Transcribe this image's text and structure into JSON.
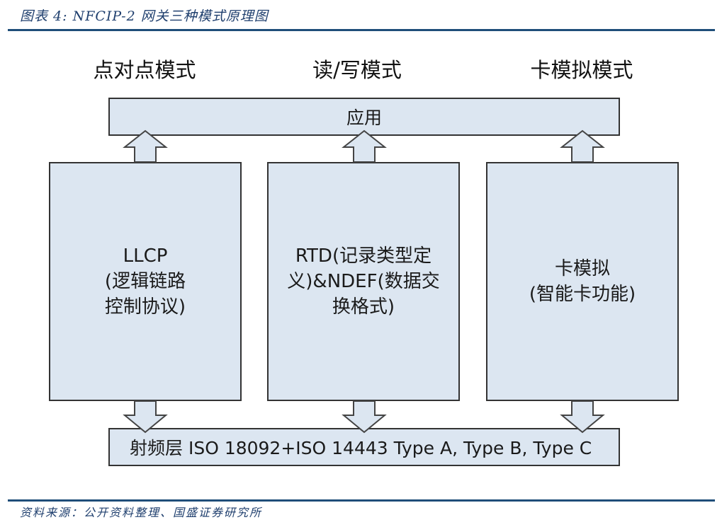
{
  "figure": {
    "caption": "图表 4: NFCIP-2 网关三种模式原理图",
    "source": "资料来源：公开资料整理、国盛证券研究所"
  },
  "diagram": {
    "modes": [
      {
        "title": "点对点模式",
        "box_lines": [
          "LLCP",
          "(逻辑链路",
          "控制协议)"
        ]
      },
      {
        "title": "读/写模式",
        "box_lines": [
          "RTD(记录类型定",
          "义)&NDEF(数据交",
          "换格式)"
        ]
      },
      {
        "title": "卡模拟模式",
        "box_lines": [
          "卡模拟",
          "(智能卡功能)"
        ]
      }
    ],
    "top_layer": "应用",
    "bottom_layer": "射频层 ISO 18092+ISO 14443 Type A, Type B, Type C",
    "arrows": [
      {
        "from": "点对点模式",
        "to": "应用",
        "direction": "up"
      },
      {
        "from": "读/写模式",
        "to": "应用",
        "direction": "up"
      },
      {
        "from": "卡模拟模式",
        "to": "应用",
        "direction": "up"
      },
      {
        "from": "点对点模式",
        "to": "射频层",
        "direction": "down"
      },
      {
        "from": "读/写模式",
        "to": "射频层",
        "direction": "down"
      },
      {
        "from": "卡模拟模式",
        "to": "射频层",
        "direction": "down"
      }
    ],
    "colors": {
      "box_fill": "#dce6f1",
      "box_border": "#333333",
      "rule": "#1f4e79",
      "caption_text": "#1f3f6e"
    }
  }
}
